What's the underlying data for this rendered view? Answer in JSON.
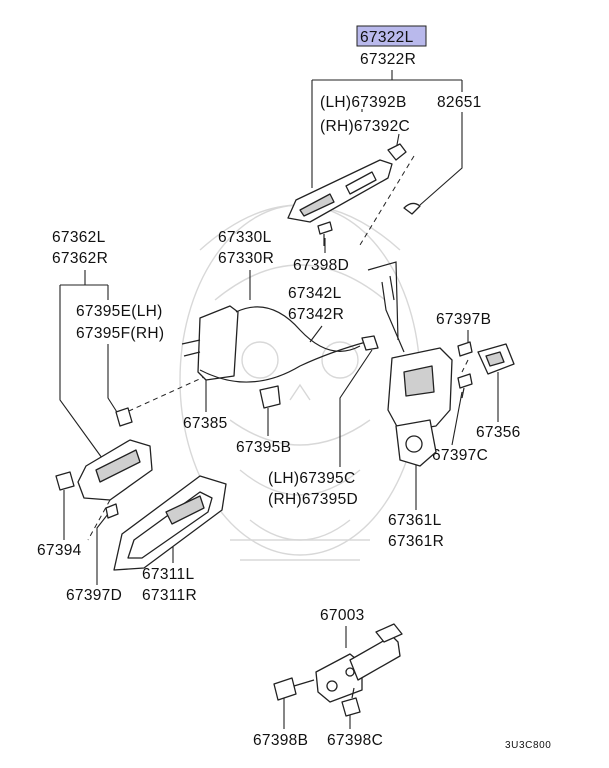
{
  "highlighted_part": "67322L",
  "labels": {
    "p67322L": "67322L",
    "p67322R": "67322R",
    "p67392B": "(LH)67392B",
    "p67392C": "(RH)67392C",
    "p82651": "82651",
    "p67362L": "67362L",
    "p67362R": "67362R",
    "p67330L": "67330L",
    "p67330R": "67330R",
    "p67398D": "67398D",
    "p67342L": "67342L",
    "p67342R": "67342R",
    "p67395E": "67395E(LH)",
    "p67395F": "67395F(RH)",
    "p67397B": "67397B",
    "p67385": "67385",
    "p67395B": "67395B",
    "p67356": "67356",
    "p67397C": "67397C",
    "p67395C": "(LH)67395C",
    "p67395D": "(RH)67395D",
    "p67394": "67394",
    "p67361L": "67361L",
    "p67361R": "67361R",
    "p67397D": "67397D",
    "p67311L": "67311L",
    "p67311R": "67311R",
    "p67003": "67003",
    "p67398B": "67398B",
    "p67398C": "67398C"
  },
  "diagram_code": "3U3C800",
  "colors": {
    "highlight": "#b9b9ec",
    "line": "#222222",
    "watermark": "#d8d8d8"
  }
}
